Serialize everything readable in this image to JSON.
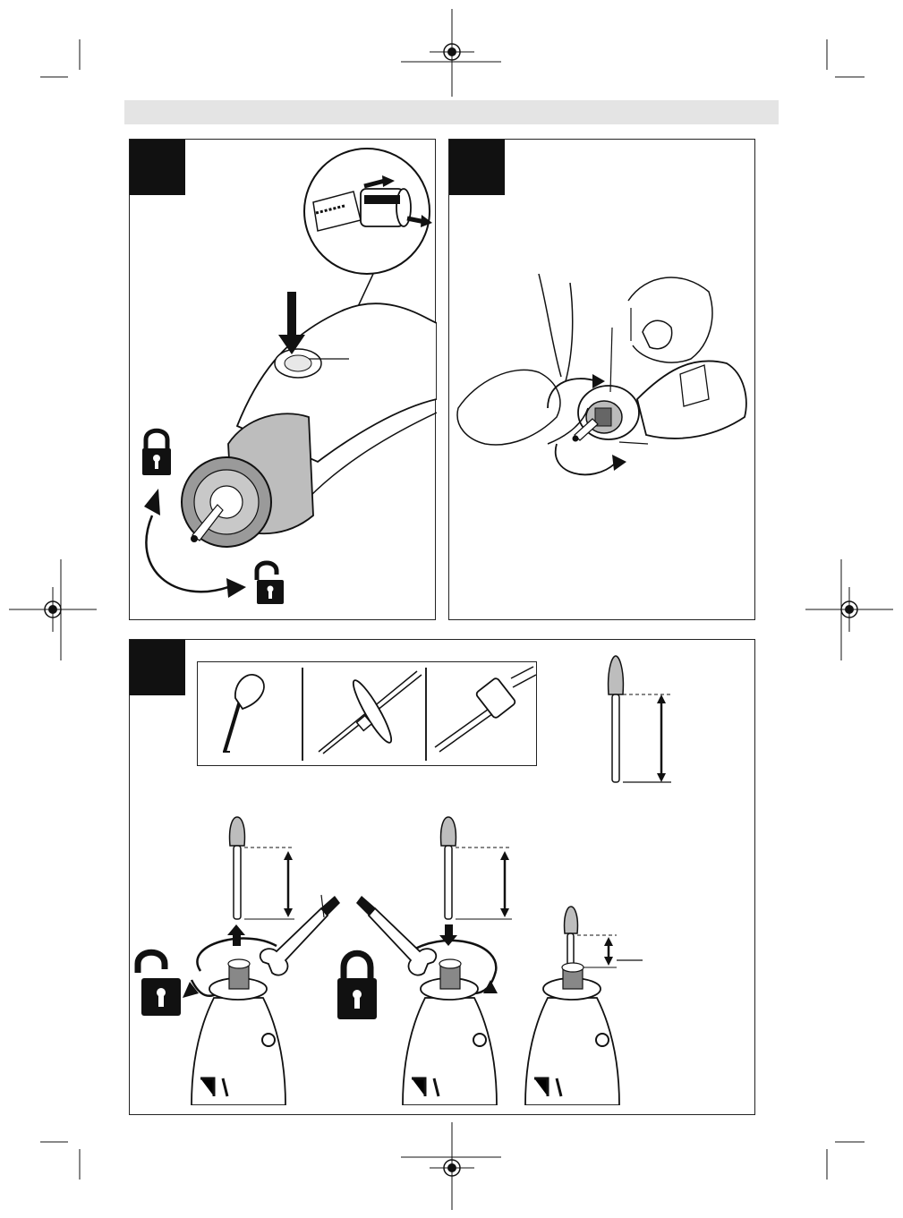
{
  "document": {
    "figures": [
      {
        "id": "fig-a",
        "caption": ""
      },
      {
        "id": "fig-b",
        "caption": ""
      },
      {
        "id": "fig-c",
        "caption": ""
      }
    ]
  },
  "icons": [
    "lock-icon",
    "unlock-icon",
    "spindle-lock-button-icon",
    "battery-icon",
    "wrench-icon",
    "collet-nut-icon",
    "rotation-arrow-icon",
    "push-arrow-icon"
  ],
  "colors": {
    "ink": "#111111",
    "header_bar": "#e4e4e4",
    "nut_gray": "#9a9a9a",
    "light_gray": "#d8d8d8"
  }
}
